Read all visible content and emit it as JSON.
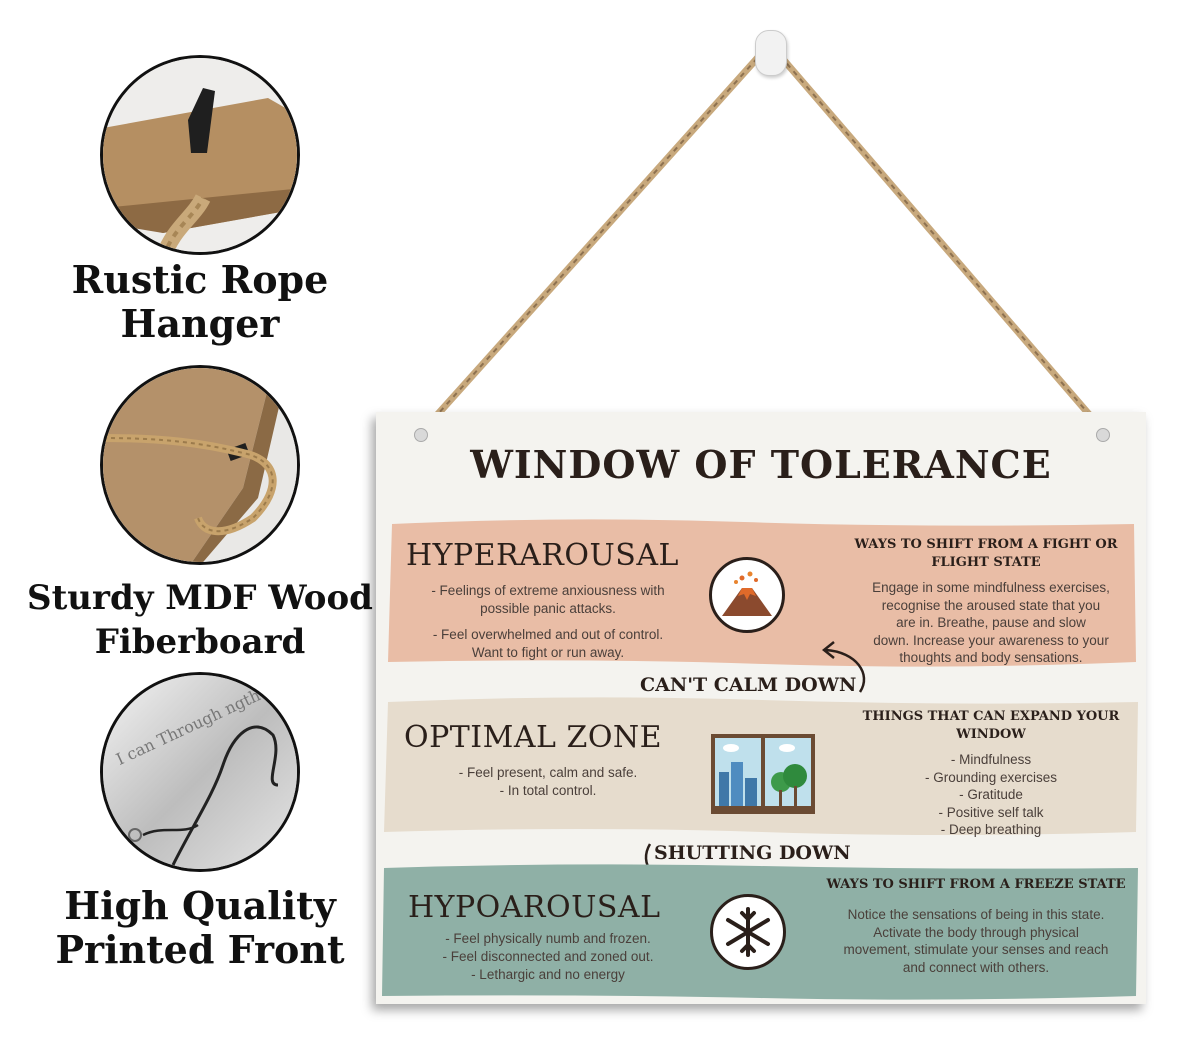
{
  "features": [
    {
      "line1": "Rustic Rope",
      "line2": "Hanger",
      "icon": "rope-hanger-closeup"
    },
    {
      "line1": "Sturdy MDF Wood",
      "line2": "Fiberboard",
      "icon": "mdf-board-closeup"
    },
    {
      "line1": "High Quality",
      "line2": "Printed Front",
      "icon": "printed-front-closeup"
    }
  ],
  "closeup_print_text": "I can Through ngthe",
  "sign": {
    "title": "WINDOW OF TOLERANCE",
    "hyper": {
      "title": "HYPERAROUSAL",
      "left_lines": [
        "- Feelings of extreme anxiousness with",
        "possible panic attacks.",
        "- Feel overwhelmed and out of control.",
        "Want to fight or run away."
      ],
      "right_heading_lines": [
        "WAYS TO SHIFT FROM A FIGHT OR",
        "FLIGHT STATE"
      ],
      "right_lines": [
        "Engage in some mindfulness exercises,",
        "recognise the aroused state that you",
        "are in.  Breathe, pause and slow",
        "down.  Increase your awareness to your",
        "thoughts and body sensations."
      ],
      "icon": "volcano-icon",
      "color": "#e9bda6"
    },
    "connector_up": "CAN'T CALM DOWN",
    "optimal": {
      "title": "OPTIMAL ZONE",
      "left_lines": [
        "- Feel present, calm and safe.",
        "- In total control."
      ],
      "right_heading_lines": [
        "THINGS THAT CAN EXPAND YOUR",
        "WINDOW"
      ],
      "right_lines": [
        "- Mindfulness",
        "- Grounding exercises",
        "- Gratitude",
        "- Positive self talk",
        "- Deep breathing"
      ],
      "icon": "window-icon",
      "color": "#e6dccd"
    },
    "connector_down": "SHUTTING DOWN",
    "hypo": {
      "title": "HYPOAROUSAL",
      "left_lines": [
        "- Feel physically numb and frozen.",
        "- Feel disconnected and zoned out.",
        "- Lethargic and no energy"
      ],
      "right_heading_lines": [
        "WAYS TO SHIFT FROM A FREEZE STATE"
      ],
      "right_lines": [
        "Notice the sensations of being in this state.",
        "Activate the body through physical",
        "movement, stimulate your senses and reach",
        "and connect with others."
      ],
      "icon": "snowflake-icon",
      "color": "#8fb0a6"
    }
  }
}
